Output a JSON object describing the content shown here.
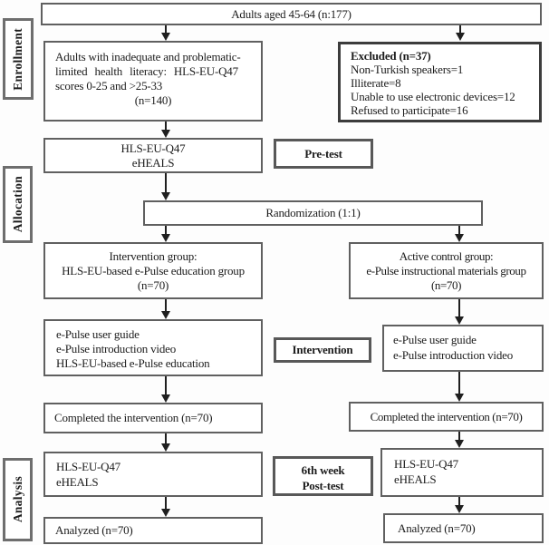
{
  "colors": {
    "background": "#fdfdfd",
    "box_border": "#606060",
    "emphasis_border": "#3c3c3c",
    "arrow": "#1f1f1f",
    "text": "#1c1c1c"
  },
  "stages": {
    "enrollment": "Enrollment",
    "allocation": "Allocation",
    "analysis": "Analysis"
  },
  "phases": {
    "pretest": "Pre-test",
    "intervention": "Intervention",
    "posttest": [
      "6th week",
      "Post-test"
    ]
  },
  "boxes": {
    "population": {
      "text": "Adults aged 45-64 (n:177)"
    },
    "eligible": {
      "lines": [
        "Adults with inadequate and problematic-",
        "limited health literacy: HLS-EU-Q47",
        "scores 0-25 and >25-33"
      ],
      "n": "(n=140)"
    },
    "excluded": {
      "title": "Excluded (n=37)",
      "reasons": [
        "Non-Turkish speakers=1",
        "Illiterate=8",
        "Unable to use electronic devices=12",
        "Refused to participate=16"
      ]
    },
    "pretest_measures": {
      "lines": [
        "HLS-EU-Q47",
        "eHEALS"
      ]
    },
    "randomization": {
      "text": "Randomization (1:1)"
    },
    "intervention_group": {
      "lines": [
        "Intervention group:",
        "HLS-EU-based e-Pulse education group",
        "(n=70)"
      ]
    },
    "control_group": {
      "lines": [
        "Active control group:",
        "e-Pulse instructional materials group",
        "(n=70)"
      ]
    },
    "intervention_content": {
      "lines": [
        "e-Pulse user guide",
        "e-Pulse introduction video",
        "HLS-EU-based e-Pulse education"
      ]
    },
    "control_content": {
      "lines": [
        "e-Pulse user guide",
        "e-Pulse introduction video"
      ]
    },
    "completed_left": {
      "text": "Completed the intervention (n=70)"
    },
    "completed_right": {
      "text": "Completed the intervention (n=70)"
    },
    "posttest_measures_left": {
      "lines": [
        "HLS-EU-Q47",
        "eHEALS"
      ]
    },
    "posttest_measures_right": {
      "lines": [
        "HLS-EU-Q47",
        "eHEALS"
      ]
    },
    "analyzed_left": {
      "text": "Analyzed (n=70)"
    },
    "analyzed_right": {
      "text": "Analyzed (n=70)"
    }
  }
}
